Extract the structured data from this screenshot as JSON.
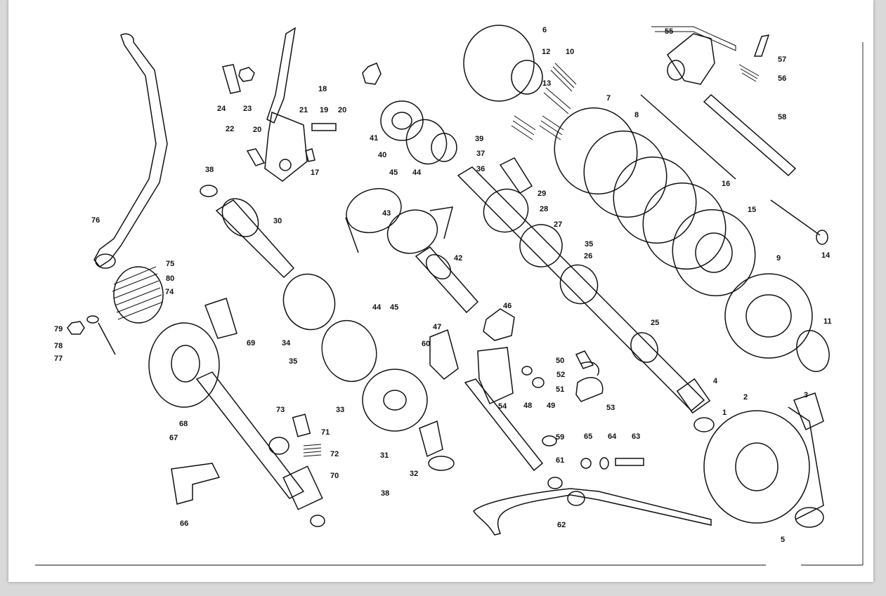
{
  "diagram": {
    "labels": [
      "1",
      "2",
      "3",
      "4",
      "5",
      "6",
      "7",
      "8",
      "9",
      "10",
      "11",
      "12",
      "13",
      "14",
      "15",
      "16",
      "17",
      "18",
      "19",
      "20",
      "20",
      "21",
      "22",
      "23",
      "24",
      "25",
      "26",
      "27",
      "28",
      "29",
      "30",
      "31",
      "32",
      "33",
      "34",
      "35",
      "35",
      "36",
      "37",
      "38",
      "38",
      "39",
      "40",
      "41",
      "42",
      "43",
      "44",
      "44",
      "45",
      "45",
      "46",
      "47",
      "48",
      "49",
      "50",
      "51",
      "52",
      "53",
      "54",
      "55",
      "56",
      "57",
      "58",
      "59",
      "60",
      "61",
      "62",
      "63",
      "64",
      "65",
      "66",
      "67",
      "68",
      "69",
      "70",
      "71",
      "72",
      "73",
      "74",
      "75",
      "76",
      "77",
      "78",
      "79",
      "80"
    ]
  },
  "colors": {
    "page": "#ffffff",
    "background": "#d9d9d9",
    "ink": "#111111"
  }
}
